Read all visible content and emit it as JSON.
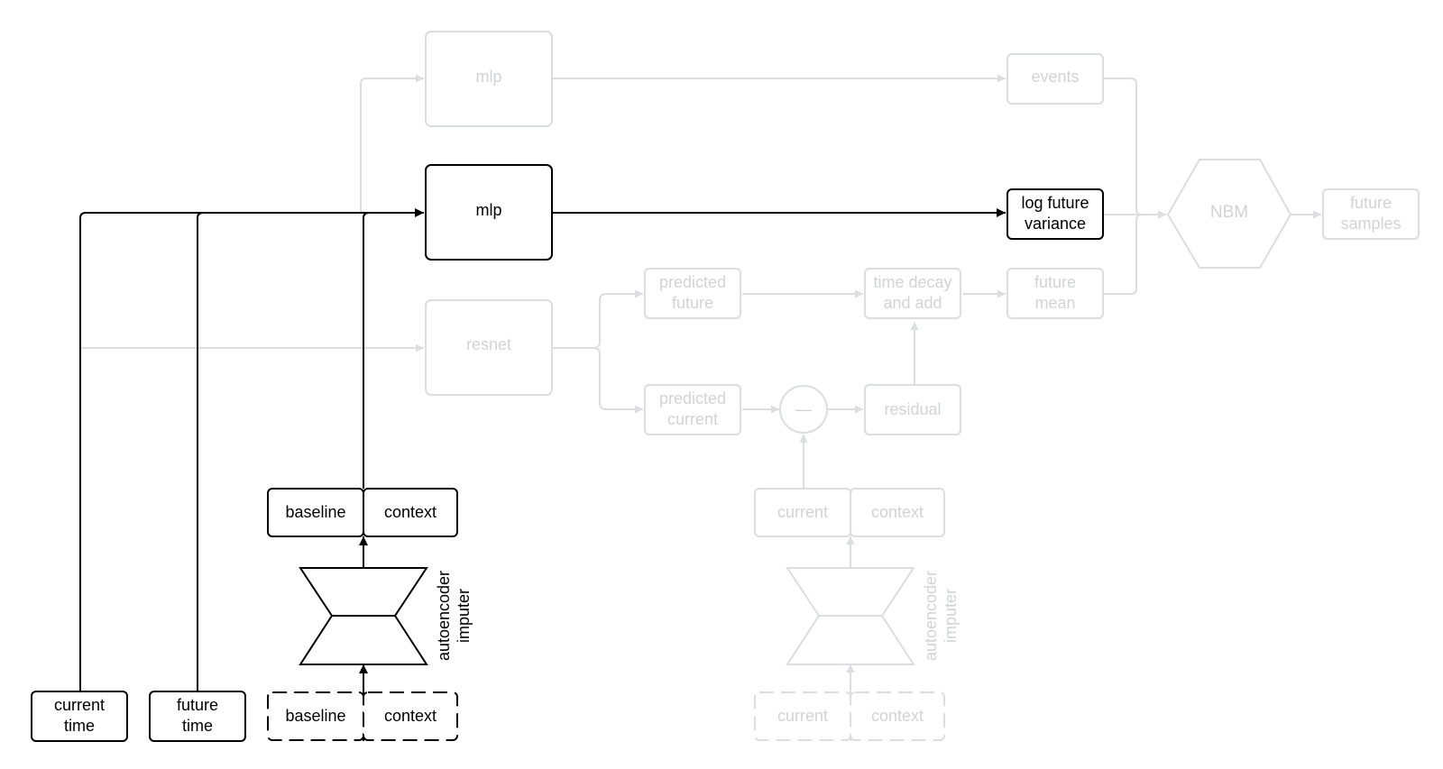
{
  "colors": {
    "active": "#000000",
    "inactive": "#dcdde0",
    "inactive_text": "#d2d3d6"
  },
  "boxes": {
    "mlp_top": "mlp",
    "events": "events",
    "mlp_main": "mlp",
    "log_future_variance": [
      "log future",
      "variance"
    ],
    "nbm": "NBM",
    "future_samples": [
      "future",
      "samples"
    ],
    "resnet": "resnet",
    "predicted_future": [
      "predicted",
      "future"
    ],
    "time_decay": [
      "time decay",
      "and add"
    ],
    "future_mean": [
      "future",
      "mean"
    ],
    "predicted_current": [
      "predicted",
      "current"
    ],
    "minus": "—",
    "residual": "residual",
    "left_baseline": "baseline",
    "left_context": "context",
    "left_autoencoder": [
      "autoencoder",
      "imputer"
    ],
    "left_input_baseline": "baseline",
    "left_input_context": "context",
    "current_time": [
      "current",
      "time"
    ],
    "future_time": [
      "future",
      "time"
    ],
    "right_current": "current",
    "right_context": "context",
    "right_autoencoder": [
      "autoencoder",
      "imputer"
    ],
    "right_input_current": "current",
    "right_input_context": "context"
  }
}
